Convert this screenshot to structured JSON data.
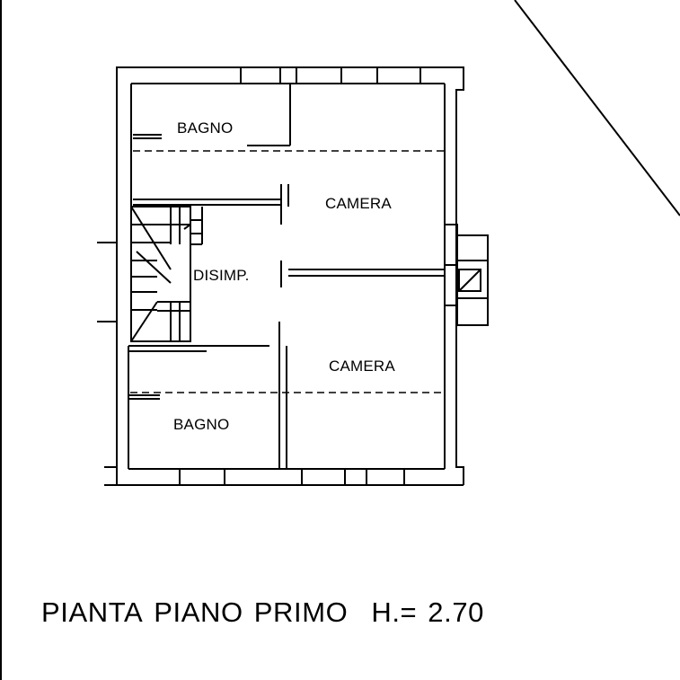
{
  "rooms": {
    "bathroom_top": "BAGNO",
    "bedroom_top": "CAMERA",
    "hallway": "DISIMP.",
    "bedroom_bottom": "CAMERA",
    "bathroom_bottom": "BAGNO"
  },
  "caption": {
    "word1": "PIANTA",
    "word2": "PIANO",
    "word3": "PRIMO",
    "height_label": "H.=",
    "height_value": "2.70"
  }
}
